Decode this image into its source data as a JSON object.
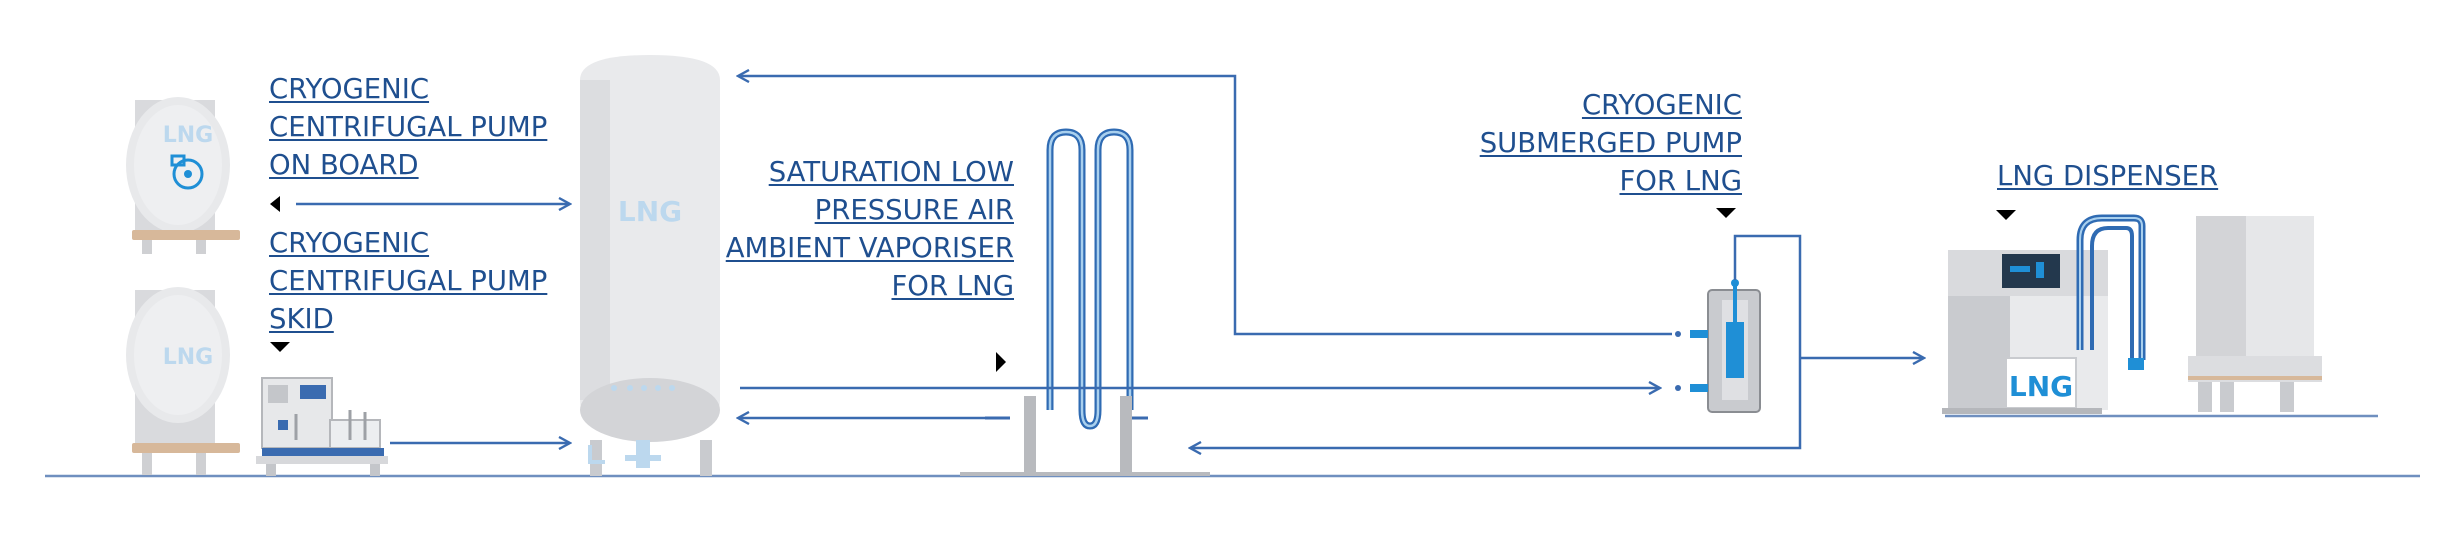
{
  "labels": {
    "pump_on_board": [
      "CRYOGENIC",
      "CENTRIFUGAL PUMP",
      "ON BOARD"
    ],
    "pump_skid": [
      "CRYOGENIC",
      "CENTRIFUGAL PUMP",
      "SKID"
    ],
    "vaporiser": [
      "SATURATION LOW",
      "PRESSURE AIR",
      "AMBIENT VAPORISER",
      "FOR LNG"
    ],
    "submerged_pump": [
      "CRYOGENIC",
      "SUBMERGED PUMP",
      "FOR LNG"
    ],
    "dispenser": [
      "LNG DISPENSER"
    ]
  },
  "tank_text": {
    "tank_top": "LNG",
    "tank_bottom": "LNG",
    "storage_tank": "LNG",
    "dispenser_sign": "LNG"
  },
  "colors": {
    "link_text": "#1f4f8f",
    "flow_line": "#3a6bb0",
    "equipment_light": "#e6e7e9",
    "equipment_mid": "#c9cbcf",
    "accent_blue": "#1f8fd6",
    "lng_text": "#bcd8ee",
    "ground": "#6f8fbf"
  }
}
